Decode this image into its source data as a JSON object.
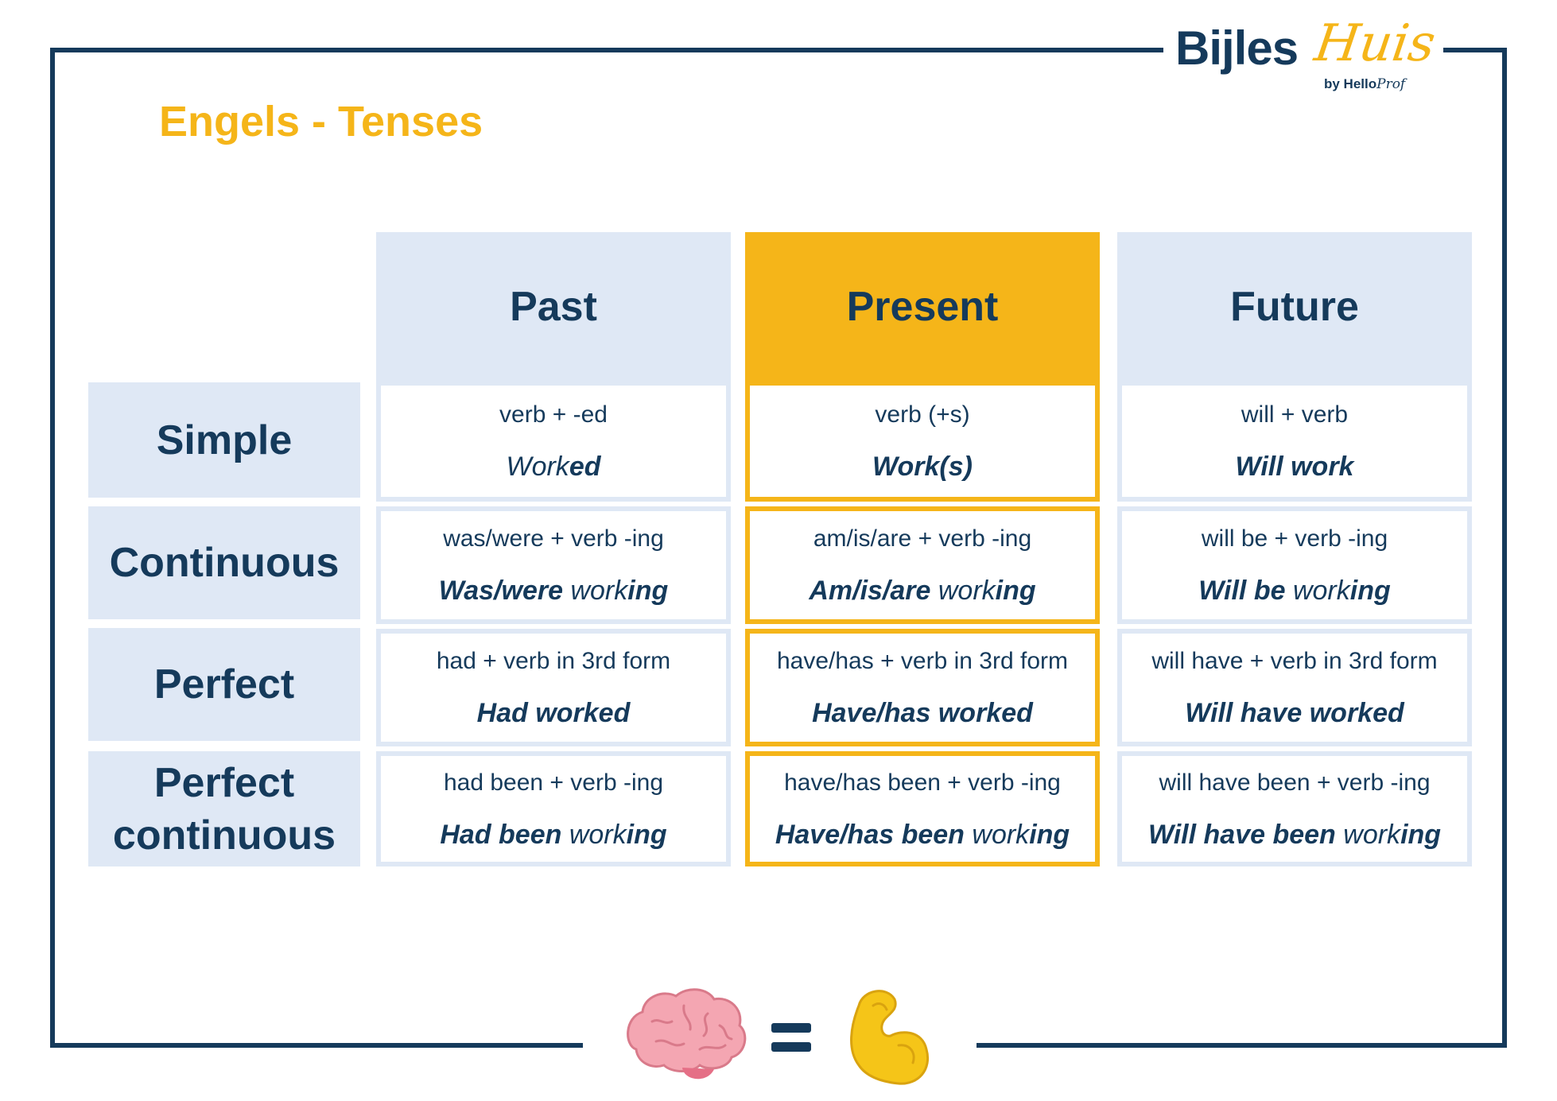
{
  "logo": {
    "main": "Bijles",
    "script": "Huis",
    "by": "by Hello",
    "by_script": "Prof"
  },
  "title": "Engels - Tenses",
  "columns": [
    "Past",
    "Present",
    "Future"
  ],
  "rows": [
    {
      "label": "Simple",
      "cells": [
        {
          "formula": "verb + -ed",
          "example_bold": "",
          "example_light": "Work",
          "example_tail": "ed"
        },
        {
          "formula": "verb (+s)",
          "example_bold": "Work(s)",
          "example_light": "",
          "example_tail": ""
        },
        {
          "formula": "will + verb",
          "example_bold": "Will work",
          "example_light": "",
          "example_tail": ""
        }
      ]
    },
    {
      "label": "Continuous",
      "cells": [
        {
          "formula": "was/were + verb -ing",
          "example_bold": "Was/were ",
          "example_light": "work",
          "example_tail": "ing"
        },
        {
          "formula": "am/is/are + verb -ing",
          "example_bold": "Am/is/are ",
          "example_light": "work",
          "example_tail": "ing"
        },
        {
          "formula": "will be + verb -ing",
          "example_bold": "Will be ",
          "example_light": "work",
          "example_tail": "ing"
        }
      ]
    },
    {
      "label": "Perfect",
      "cells": [
        {
          "formula": "had + verb in 3rd form",
          "example_bold": "Had worked",
          "example_light": "",
          "example_tail": ""
        },
        {
          "formula": "have/has + verb in 3rd form",
          "example_bold": "Have/has worked",
          "example_light": "",
          "example_tail": ""
        },
        {
          "formula": "will have + verb in 3rd form",
          "example_bold": "Will have worked",
          "example_light": "",
          "example_tail": ""
        }
      ]
    },
    {
      "label_line1": "Perfect",
      "label_line2": "continuous",
      "cells": [
        {
          "formula": "had been + verb -ing",
          "example_bold": "Had been ",
          "example_light": "work",
          "example_tail": "ing"
        },
        {
          "formula": "have/has been + verb -ing",
          "example_bold": "Have/has been ",
          "example_light": "work",
          "example_tail": "ing"
        },
        {
          "formula": "will have been + verb -ing",
          "example_bold": "Will have been ",
          "example_light": "work",
          "example_tail": "ing"
        }
      ]
    }
  ],
  "icons": [
    "brain-icon",
    "equals-icon",
    "flexed-biceps-icon"
  ],
  "colors": {
    "navy": "#153a5b",
    "accent": "#f5b519",
    "light_blue": "#dfe8f5"
  }
}
